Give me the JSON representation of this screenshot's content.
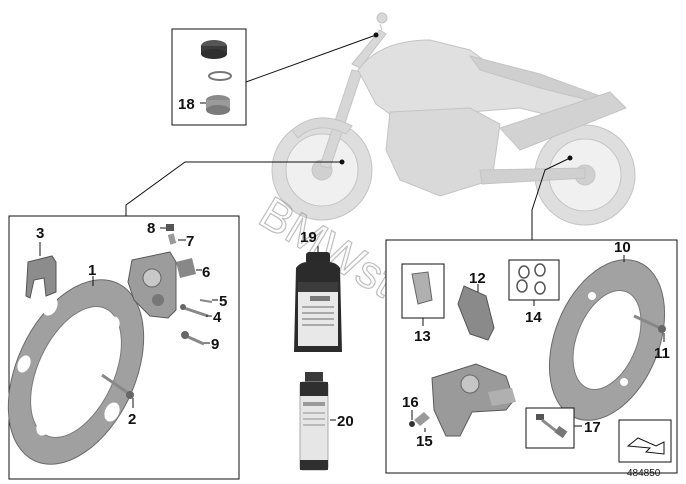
{
  "diagram": {
    "reference_number": "484850",
    "watermark": "BMWstore.pl",
    "part_numbers": {
      "p1": "1",
      "p2": "2",
      "p3": "3",
      "p4": "4",
      "p5": "5",
      "p6": "6",
      "p7": "7",
      "p8": "8",
      "p9": "9",
      "p10": "10",
      "p11": "11",
      "p12": "12",
      "p13": "13",
      "p14": "14",
      "p15": "15",
      "p16": "16",
      "p17": "17",
      "p18": "18",
      "p19": "19",
      "p20": "20"
    },
    "colors": {
      "line": "#111111",
      "part_gray": "#9a9a9a",
      "part_light": "#d4d4d4",
      "bike_gray": "#dcdcdc",
      "bottle_dark": "#2a2a2a"
    }
  }
}
